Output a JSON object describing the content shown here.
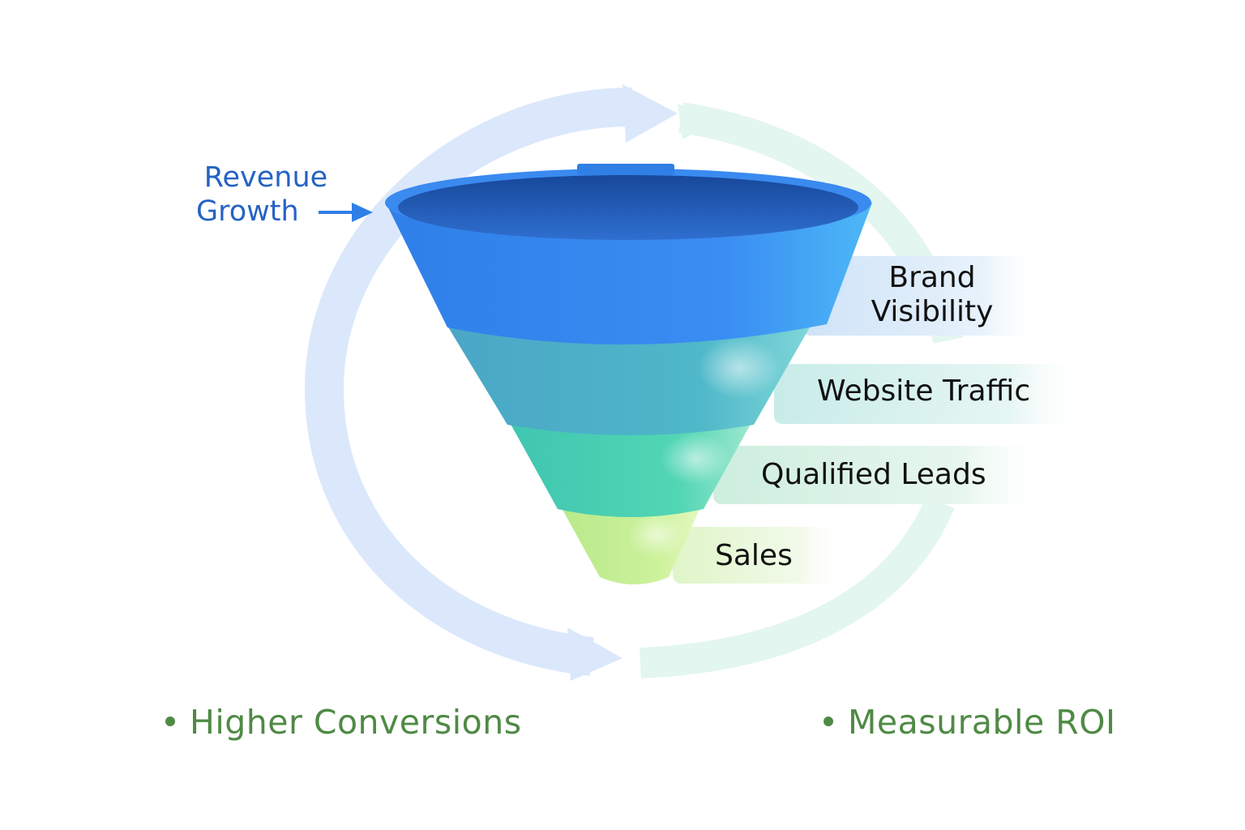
{
  "diagram": {
    "revenue_growth": [
      "Revenue",
      "Growth"
    ],
    "stages": [
      {
        "label": [
          "Brand",
          "Visibility"
        ],
        "color": "#3a8bf0"
      },
      {
        "label": [
          "Website Traffic"
        ],
        "color": "#4fb5c9"
      },
      {
        "label": [
          "Qualified Leads"
        ],
        "color": "#52d1b0"
      },
      {
        "label": [
          "Sales"
        ],
        "color": "#c9ef96"
      }
    ],
    "benefits": [
      {
        "label": "Higher Conversions"
      },
      {
        "label": "Measurable ROI"
      }
    ],
    "colors": {
      "cycle_blue": "#dbe8fb",
      "cycle_green": "#e3f6ef",
      "revenue_text": "#2563c4",
      "benefit_text": "#4f8a45"
    }
  }
}
